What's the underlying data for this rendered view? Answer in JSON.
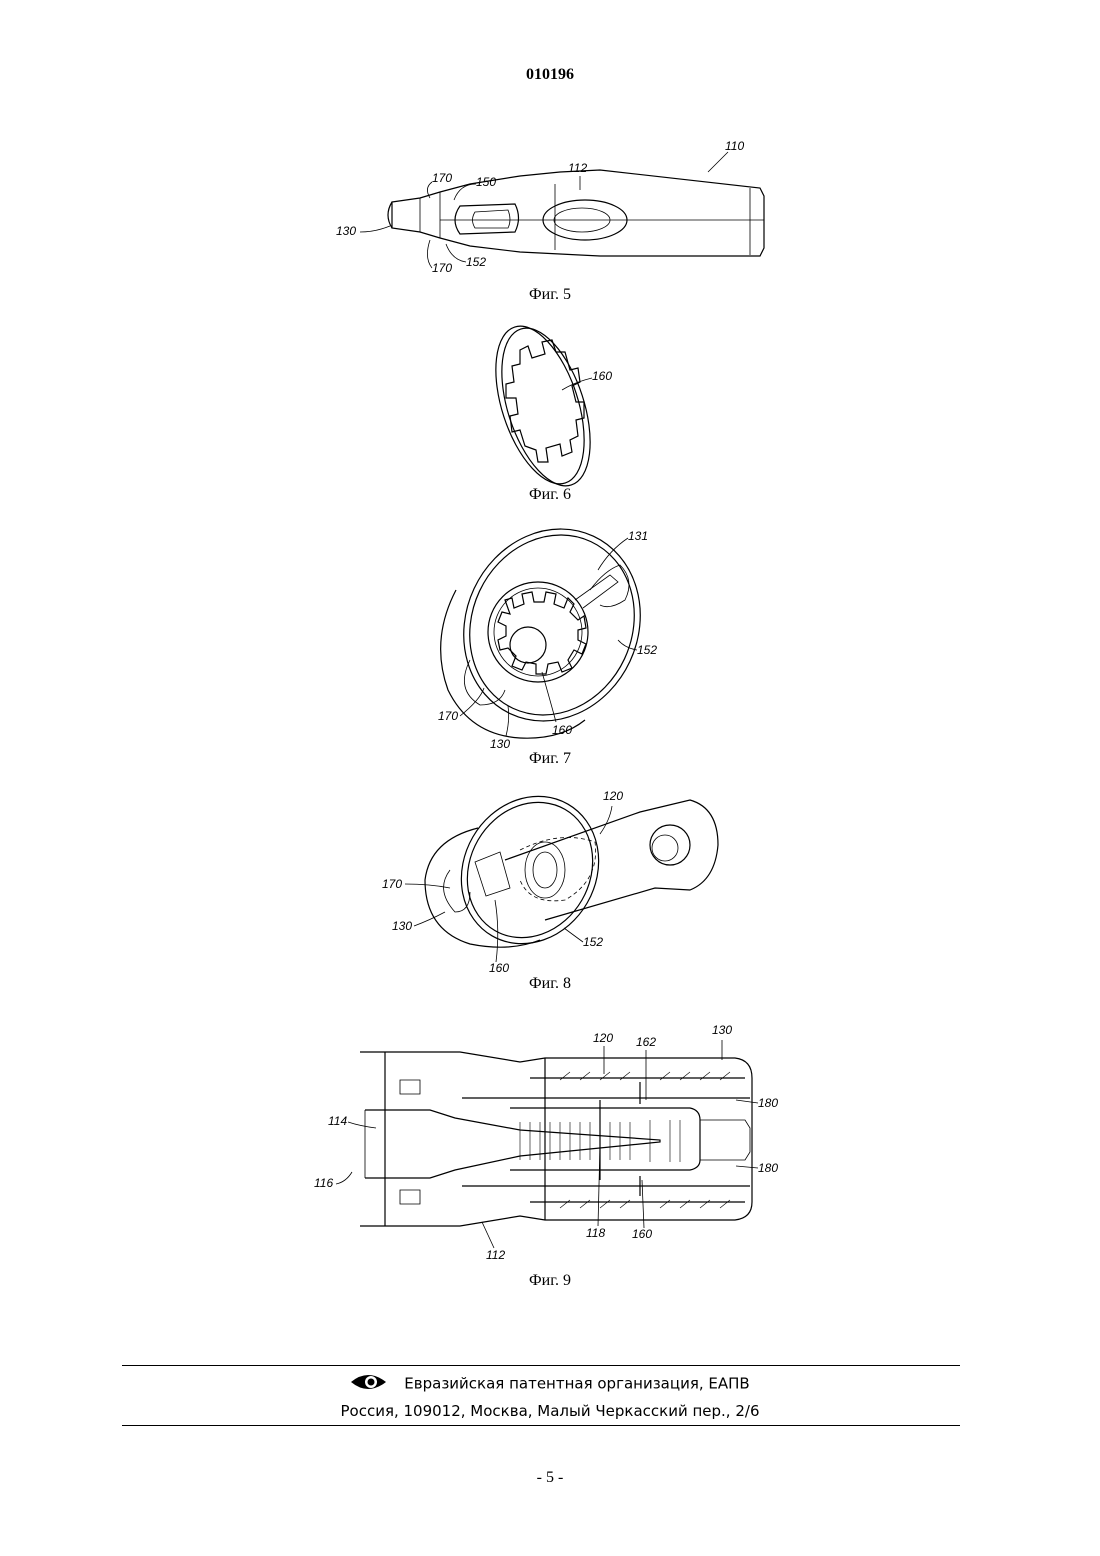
{
  "header": {
    "document_number": "010196"
  },
  "figures": [
    {
      "caption": "Фиг. 5",
      "labels": [
        "110",
        "112",
        "170",
        "150",
        "130",
        "152",
        "170"
      ]
    },
    {
      "caption": "Фиг. 6",
      "labels": [
        "160"
      ]
    },
    {
      "caption": "Фиг. 7",
      "labels": [
        "131",
        "152",
        "170",
        "160",
        "130"
      ]
    },
    {
      "caption": "Фиг. 8",
      "labels": [
        "120",
        "170",
        "130",
        "152",
        "160"
      ]
    },
    {
      "caption": "Фиг. 9",
      "labels": [
        "130",
        "120",
        "162",
        "180",
        "114",
        "180",
        "116",
        "118",
        "160",
        "112"
      ]
    }
  ],
  "footer": {
    "organization": "Евразийская патентная организация, ЕАПВ",
    "address": "Россия, 109012, Москва, Малый Черкасский пер., 2/6",
    "logo_icon": "eapo-eye-logo-icon"
  },
  "page_number": "- 5 -"
}
